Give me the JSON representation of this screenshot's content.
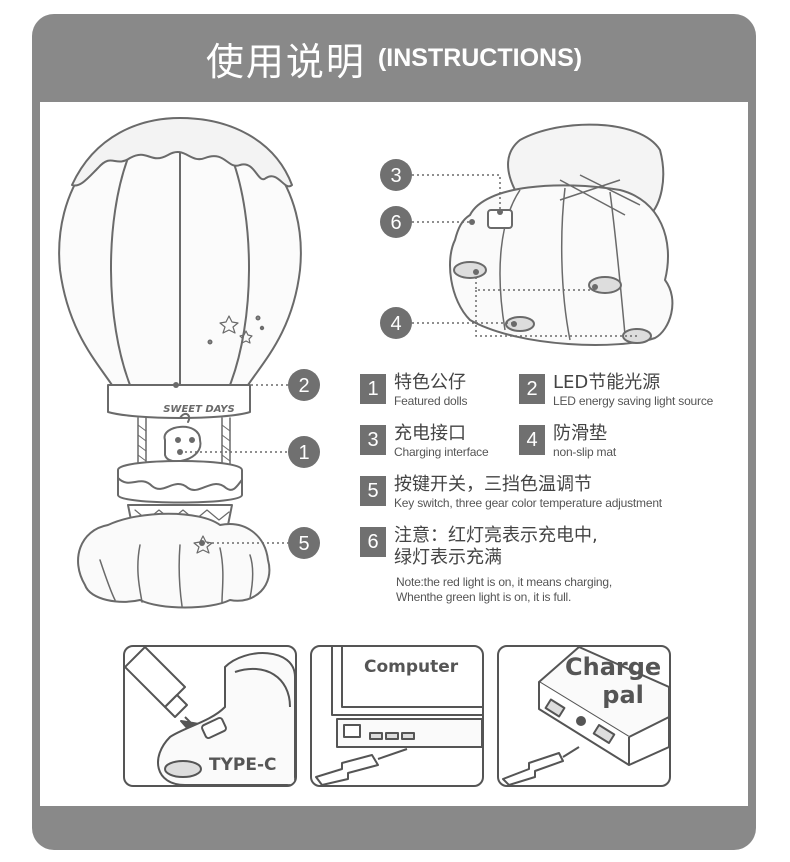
{
  "header": {
    "title_cn": "使用说明",
    "title_en": "(INSTRUCTIONS)"
  },
  "callouts": [
    "3",
    "6",
    "4",
    "2",
    "1",
    "5"
  ],
  "lamp": {
    "sign": "SWEET DAYS"
  },
  "features": [
    {
      "num": "1",
      "cn": "特色公仔",
      "en": "Featured dolls"
    },
    {
      "num": "2",
      "cn": "LED节能光源",
      "en": "LED energy saving light source"
    },
    {
      "num": "3",
      "cn": "充电接口",
      "en": "Charging interface"
    },
    {
      "num": "4",
      "cn": "防滑垫",
      "en": "non-slip mat"
    },
    {
      "num": "5",
      "cn": "按键开关，三挡色温调节",
      "en": "Key switch, three gear color temperature adjustment"
    },
    {
      "num": "6",
      "cn_line1": "注意：红灯亮表示充电中,",
      "cn_line2": "绿灯表示充满"
    }
  ],
  "note": {
    "line1": "Note:the red light is on, it means charging,",
    "line2": "Whenthe green light is on, it is full."
  },
  "panels": [
    {
      "label": "TYPE-C"
    },
    {
      "label": "Computer"
    },
    {
      "label_line1": "Charge",
      "label_line2": "pal"
    }
  ],
  "colors": {
    "frame": "#898989",
    "badge": "#707070",
    "line": "#555555"
  }
}
